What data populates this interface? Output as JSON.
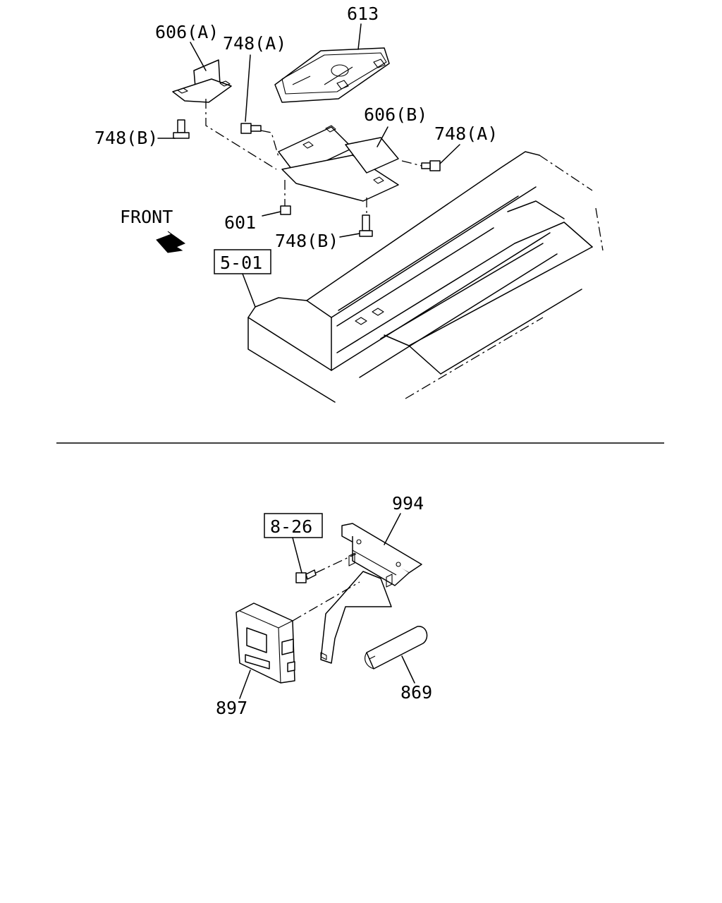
{
  "upper": {
    "callouts": {
      "c613": "613",
      "c606a": "606(A)",
      "c748a_top": "748(A)",
      "c748b_left": "748(B)",
      "c606b": "606(B)",
      "c748a_right": "748(A)",
      "c601": "601",
      "c748b_bottom": "748(B)"
    },
    "front_label": "FRONT",
    "ref_box": "5-01"
  },
  "lower": {
    "callouts": {
      "c994": "994",
      "c897": "897",
      "c869": "869"
    },
    "ref_box": "8-26"
  }
}
